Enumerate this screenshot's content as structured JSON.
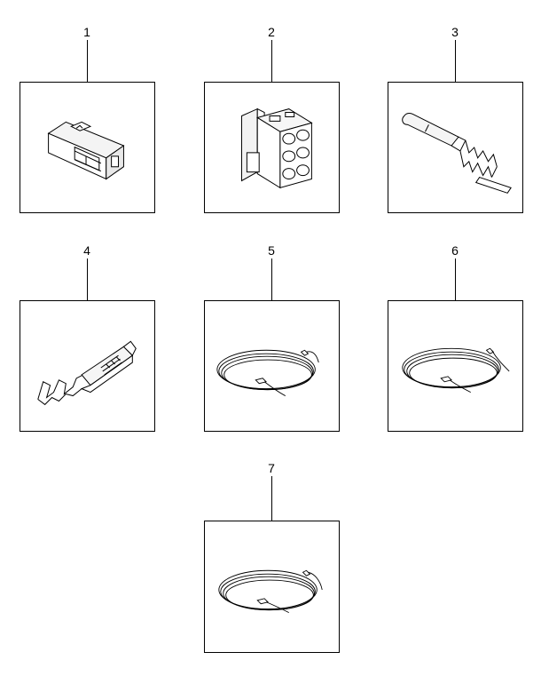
{
  "parts": [
    {
      "callout": "1",
      "icon": "connector-housing-1pin"
    },
    {
      "callout": "2",
      "icon": "connector-housing-6pin"
    },
    {
      "callout": "3",
      "icon": "crimp-terminal-pin"
    },
    {
      "callout": "4",
      "icon": "crimp-terminal-socket"
    },
    {
      "callout": "5",
      "icon": "wire-coil"
    },
    {
      "callout": "6",
      "icon": "wire-coil"
    },
    {
      "callout": "7",
      "icon": "wire-coil"
    }
  ]
}
